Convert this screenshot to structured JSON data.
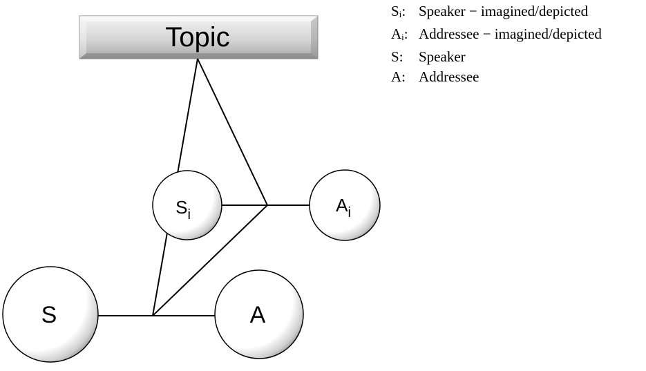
{
  "topic": {
    "label": "Topic"
  },
  "nodes": {
    "imagined_speaker": {
      "symbol": "S",
      "subscript": "i"
    },
    "imagined_addressee": {
      "symbol": "A",
      "subscript": "i"
    },
    "speaker": {
      "symbol": "S"
    },
    "addressee": {
      "symbol": "A"
    }
  },
  "legend": [
    {
      "symbol": "S",
      "subscript": "i",
      "separator": ":",
      "text": "Speaker − imagined/depicted"
    },
    {
      "symbol": "A",
      "subscript": "i",
      "separator": ":",
      "text": "Addressee − imagined/depicted"
    },
    {
      "symbol": "S",
      "subscript": "",
      "separator": ":",
      "text": "Speaker"
    },
    {
      "symbol": "A",
      "subscript": "",
      "separator": ":",
      "text": "Addressee"
    }
  ],
  "colors": {
    "topic_fill_light": "#f2f2f2",
    "topic_fill_dark": "#b0b0b0",
    "circle_fill": "#ffffff",
    "circle_shade": "#8f8f8f",
    "stroke": "#000000"
  }
}
